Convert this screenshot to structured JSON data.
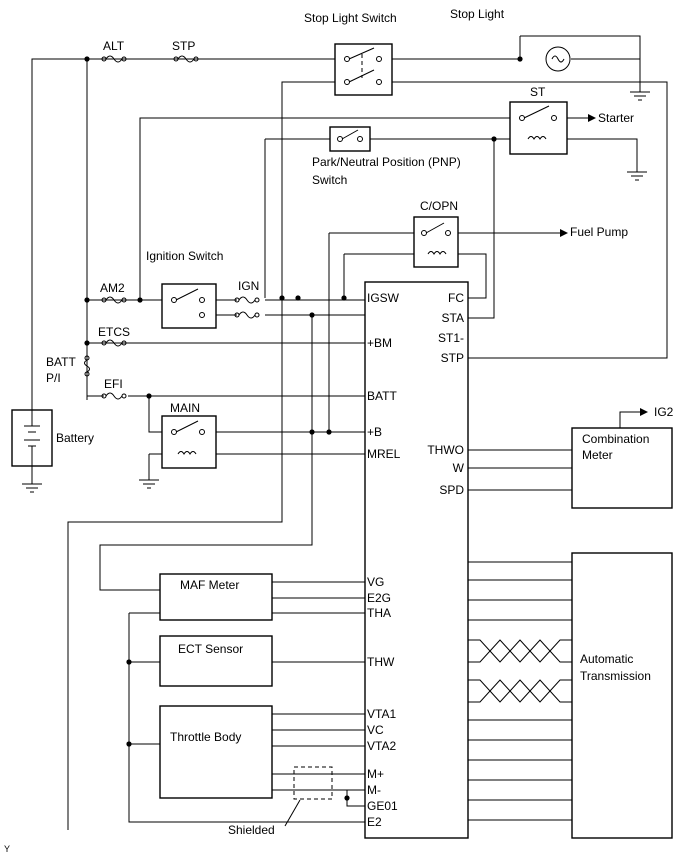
{
  "title": "",
  "labels": {
    "stop_light_switch": "Stop Light Switch",
    "stop_light": "Stop Light",
    "alt": "ALT",
    "stp_fuse": "STP",
    "st_relay": "ST",
    "starter": "Starter",
    "pnp_line1": "Park/Neutral Position (PNP)",
    "pnp_line2": "Switch",
    "copn": "C/OPN",
    "fuel_pump": "Fuel Pump",
    "ignition_switch": "Ignition Switch",
    "am2": "AM2",
    "ign": "IGN",
    "etcs": "ETCS",
    "batt_pi_1": "BATT",
    "batt_pi_2": "P/I",
    "efi": "EFI",
    "main": "MAIN",
    "battery": "Battery",
    "ig2": "IG2",
    "combination_meter_1": "Combination",
    "combination_meter_2": "Meter",
    "maf_meter": "MAF Meter",
    "ect_sensor": "ECT Sensor",
    "throttle_body": "Throttle Body",
    "automatic_transmission_1": "Automatic",
    "automatic_transmission_2": "Transmission",
    "shielded": "Shielded",
    "corner": "Y"
  },
  "ecm_terminals_left": [
    "IGSW",
    "+BM",
    "BATT",
    "+B",
    "MREL",
    "VG",
    "E2G",
    "THA",
    "THW",
    "VTA1",
    "VC",
    "VTA2",
    "M+",
    "M-",
    "GE01",
    "E2"
  ],
  "ecm_terminals_right": [
    "FC",
    "STA",
    "ST1-",
    "STP",
    "THWO",
    "W",
    "SPD"
  ]
}
